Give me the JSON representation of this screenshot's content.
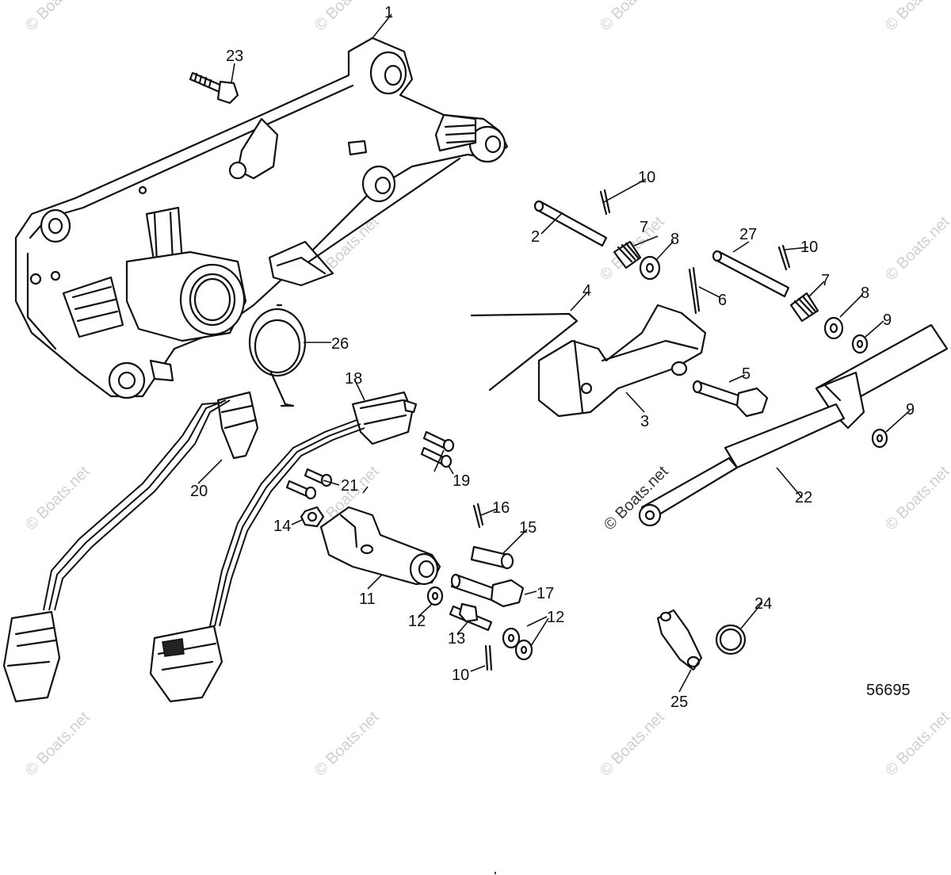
{
  "document_number": "56695",
  "watermark": "© Boats.net",
  "callouts": [
    "1",
    "2",
    "3",
    "4",
    "5",
    "6",
    "7",
    "7",
    "8",
    "8",
    "9",
    "9",
    "10",
    "10",
    "10",
    "11",
    "12",
    "12",
    "13",
    "14",
    "15",
    "16",
    "17",
    "18",
    "19",
    "20",
    "21",
    "22",
    "23",
    "24",
    "25",
    "26",
    "27"
  ]
}
